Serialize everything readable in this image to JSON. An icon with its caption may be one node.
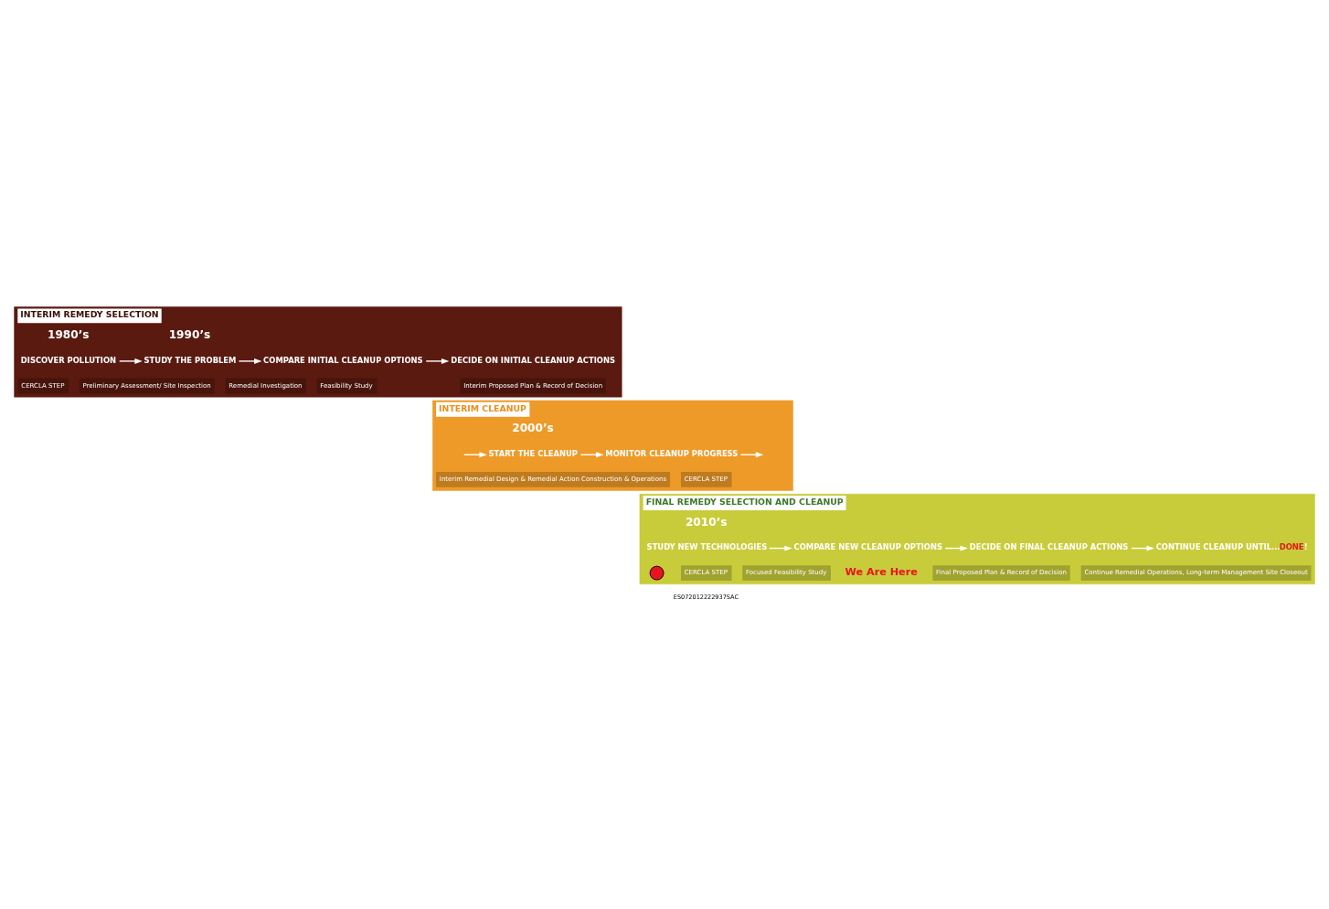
{
  "diagram": {
    "nodes": [
      {
        "text": [
          "INTERIM REMEDY SELECTION"
        ]
      },
      {
        "text": [
          "DISCOVER POLLUTION"
        ],
        "in": 0
      },
      {
        "text": [
          "STUDY THE PROBLEM"
        ],
        "in": 0
      },
      {
        "text": [
          "COMPARE INITIAL CLEANUP OPTIONS"
        ],
        "in": 0
      },
      {
        "text": [
          "DECIDE ON INITIAL CLEANUP ACTIONS"
        ],
        "in": 0
      },
      {
        "text": [
          "CERCLA STEP"
        ],
        "in": 0
      },
      {
        "text": [
          "Preliminary Assessment/ Site Inspection"
        ],
        "in": 0
      },
      {
        "text": [
          "Remedial Investigation"
        ],
        "in": 0
      },
      {
        "text": [
          "Feasibility Study"
        ],
        "in": 0
      },
      {
        "text": [
          "Interim Proposed Plan & Record of Decision"
        ],
        "in": 0
      },
      {
        "text": [
          "INTERIM CLEANUP"
        ]
      },
      {
        "text": [
          "START THE CLEANUP"
        ],
        "in": 10
      },
      {
        "text": [
          "MONITOR CLEANUP PROGRESS"
        ],
        "in": 10
      },
      {
        "text": [
          "CERCLA STEP"
        ],
        "in": 10
      },
      {
        "text": [
          "Interim Remedial Design & Remedial Action Construction & Operations"
        ],
        "in": 10
      },
      {
        "text": [
          "FINAL REMEDY SELECTION AND CLEANUP"
        ]
      },
      {
        "text": [
          "STUDY NEW TECHNOLOGIES"
        ],
        "in": 15
      },
      {
        "text": [
          "COMPARE NEW CLEANUP OPTIONS"
        ],
        "in": 15
      },
      {
        "text": [
          "DECIDE ON FINAL CLEANUP ACTIONS"
        ],
        "in": 15
      },
      {
        "text": [
          "CONTINUE CLEANUP UNTIL...**DONE**!"
        ],
        "in": 15
      },
      {
        "text": [
          "CERCLA STEP"
        ],
        "in": 15
      },
      {
        "text": [
          "Focused Feasibility Study"
        ],
        "in": 15
      },
      {
        "text": [
          "We Are Here"
        ],
        "in": 15
      },
      {
        "text": [],
        "shape": "circle",
        "in": 15
      },
      {
        "text": [
          "Final Proposed Plan & Record of Decision"
        ],
        "in": 15
      },
      {
        "text": [
          "Continue Remedial Operations, Long-term Management Site Closeout"
        ],
        "in": 15
      }
    ],
    "edges": [
      {
        "from": 1,
        "to": 2,
        "arrow": "to"
      },
      {
        "from": 2,
        "to": 3,
        "arrow": "to"
      },
      {
        "from": 3,
        "to": 4,
        "arrow": "to"
      },
      {
        "from": null,
        "to": 11,
        "arrow": "to"
      },
      {
        "from": 11,
        "to": 12,
        "arrow": "to"
      },
      {
        "from": 12,
        "to": null,
        "arrow": "to"
      },
      {
        "from": 16,
        "to": 17,
        "arrow": "to"
      },
      {
        "from": 17,
        "to": 18,
        "arrow": "to"
      },
      {
        "from": 18,
        "to": 19,
        "arrow": "to"
      }
    ],
    "labels": [
      "1980’s",
      "1990’s",
      "2000’s",
      "2010’s",
      "ES072012222937SAC"
    ]
  }
}
